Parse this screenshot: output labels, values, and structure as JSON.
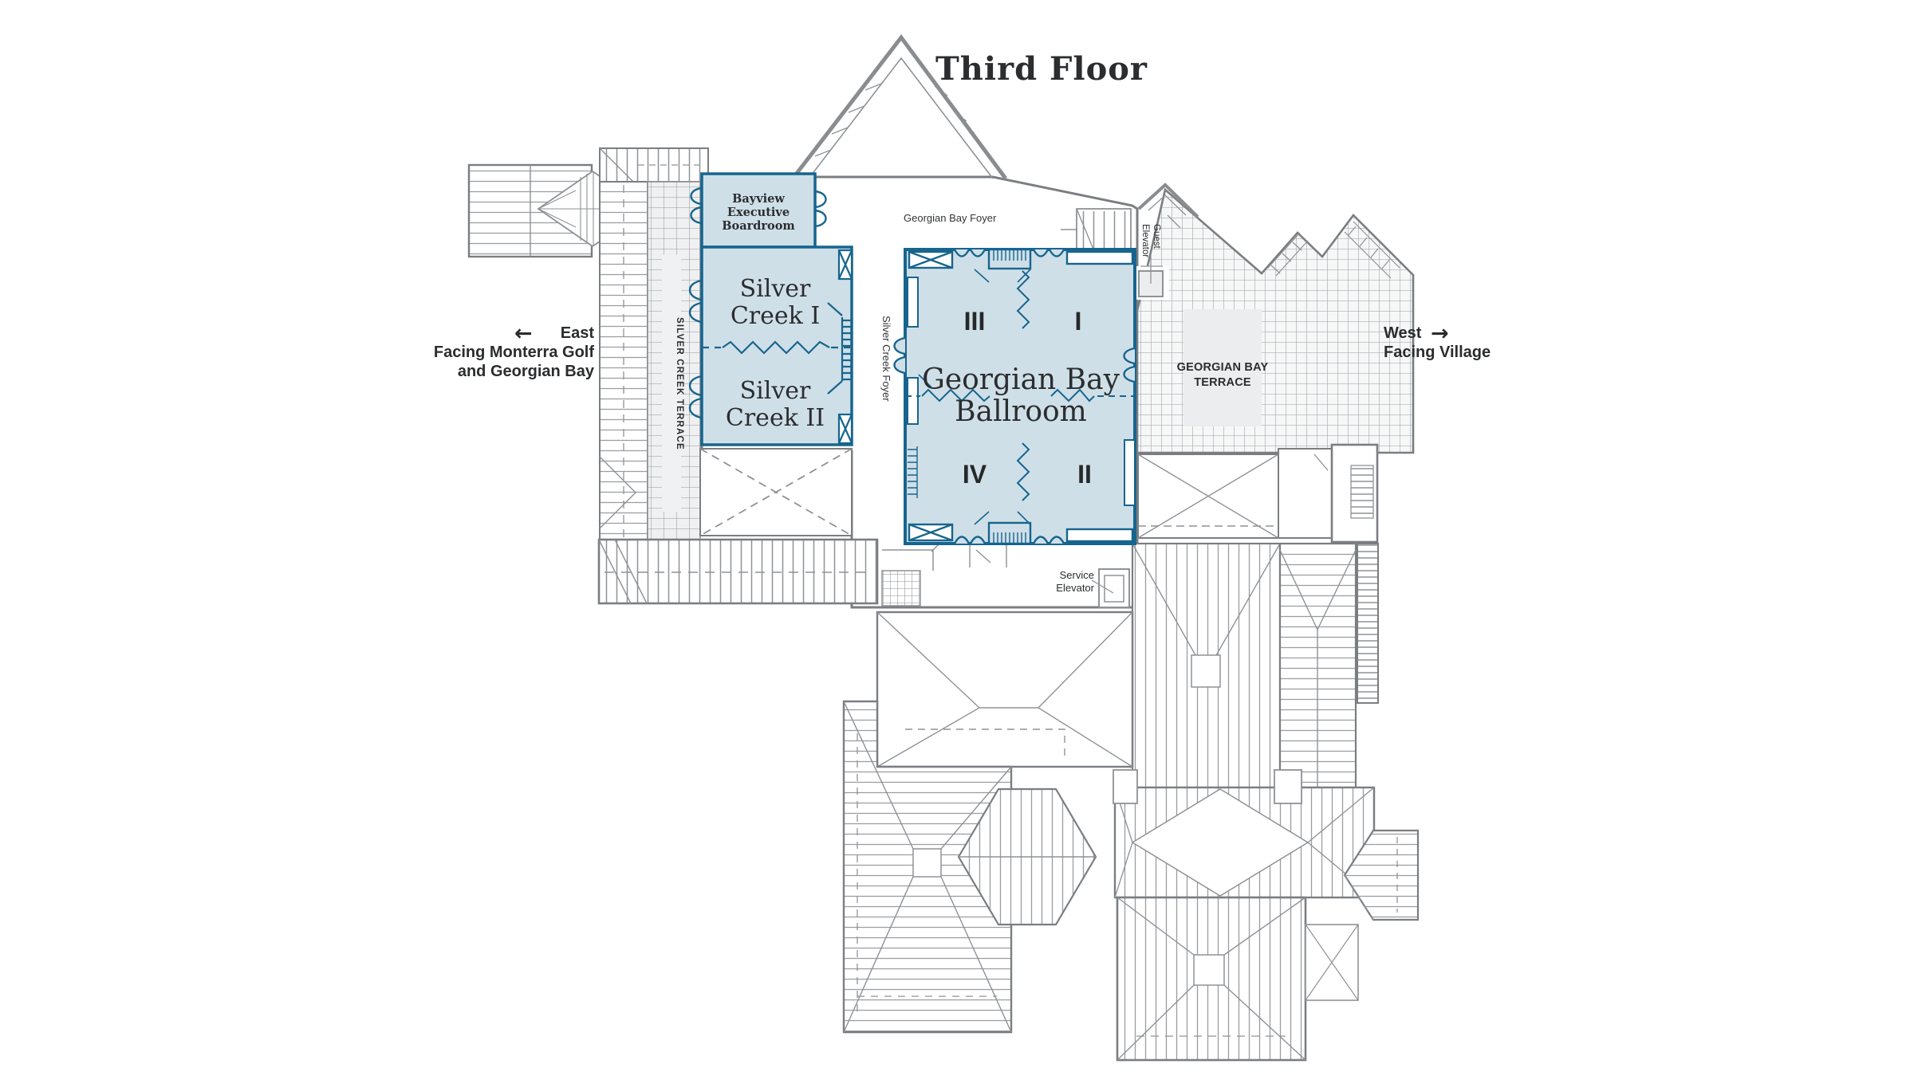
{
  "page": {
    "title": "Third Floor"
  },
  "colors": {
    "room_fill": "#cfdfe8",
    "room_border": "#17658e",
    "plate_fill": "#e8eaeb",
    "line_gray": "#8f9295",
    "text_dark": "#2a2c2e"
  },
  "compass": {
    "east": {
      "arrow": "←",
      "title": "East",
      "line2": "Facing Monterra Golf",
      "line3": "and Georgian Bay"
    },
    "west": {
      "arrow": "→",
      "title": "West",
      "line2": "Facing Village"
    }
  },
  "rooms": {
    "bayview": {
      "l1": "Bayview",
      "l2": "Executive",
      "l3": "Boardroom"
    },
    "sc1": {
      "l1": "Silver",
      "l2": "Creek I"
    },
    "sc2": {
      "l1": "Silver",
      "l2": "Creek II"
    },
    "ballroom": {
      "l1": "Georgian Bay",
      "l2": "Ballroom",
      "s1": "III",
      "s2": "I",
      "s3": "IV",
      "s4": "II"
    }
  },
  "labels": {
    "gb_foyer": "Georgian Bay Foyer",
    "sc_foyer": "Silver Creek Foyer",
    "sc_terrace": "SILVER CREEK TERRACE",
    "gb_terrace_1": "GEORGIAN BAY",
    "gb_terrace_2": "TERRACE",
    "guest_elev_1": "Guest",
    "guest_elev_2": "Elevator",
    "service_elev_1": "Service",
    "service_elev_2": "Elevator"
  }
}
